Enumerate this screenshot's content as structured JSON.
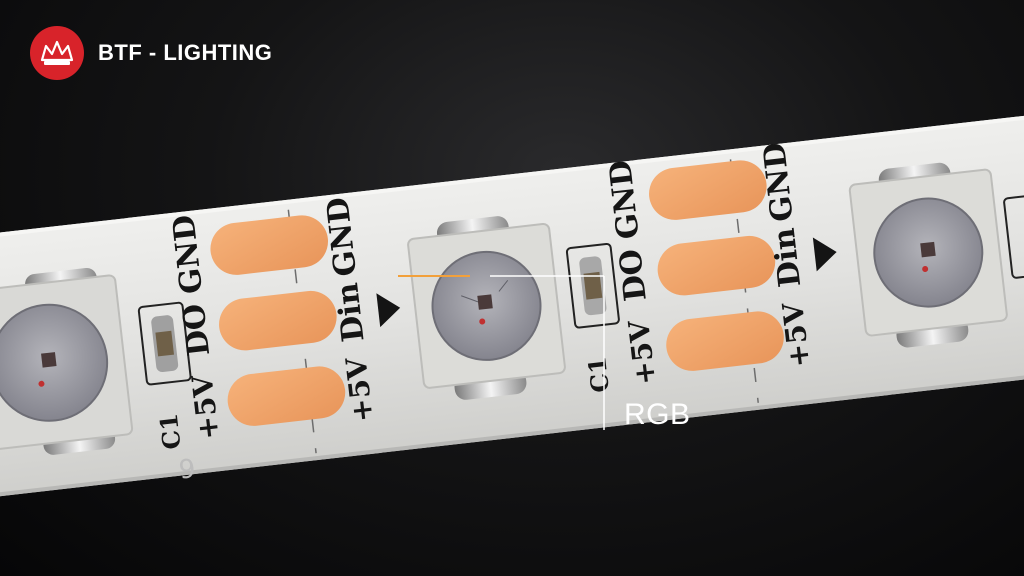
{
  "brand": {
    "name": "BTF - LIGHTING",
    "logo_color": "#d8232a"
  },
  "callout": {
    "label": "RGB"
  },
  "strip": {
    "pads": [
      {
        "gnd": "GND",
        "do": "DO",
        "plus": "+5V",
        "din": "Din",
        "gnd2": "GND",
        "plus2": "+5V"
      },
      {
        "gnd": "GND",
        "do": "DO",
        "plus": "+5V",
        "din": "Din",
        "gnd2": "GND",
        "plus2": "+5V"
      }
    ],
    "capacitor_label": "C1",
    "segment_number": "9",
    "colors": {
      "board": "#e3e3e1",
      "pad": "#f0a668",
      "pad_dark": "#d78a4c",
      "led_body": "#dcdcd8",
      "led_lens": "#9a9aa2",
      "callout_line": "#f2a03a"
    }
  }
}
